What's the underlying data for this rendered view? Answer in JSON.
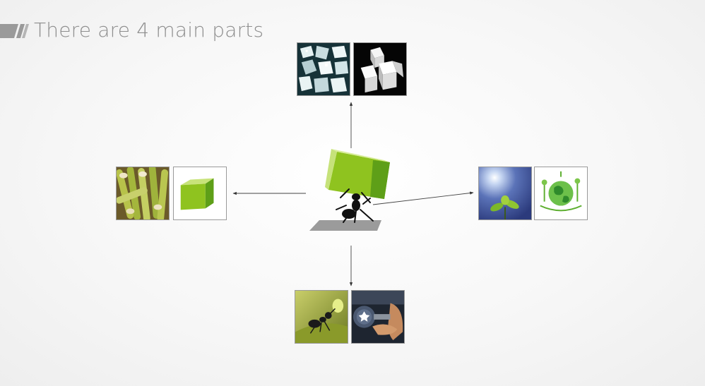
{
  "title": "There are 4 main parts",
  "colors": {
    "title": "#8e8e8e",
    "accent_green": "#8fc31f",
    "arrow": "#333333",
    "tile_border": "#9a9a9a"
  },
  "diagram": {
    "center": {
      "name": "ant-lifting-green-cube"
    },
    "parts": [
      {
        "direction": "top",
        "images": [
          "crystal-sugar-photo",
          "sugar-cubes-photo"
        ]
      },
      {
        "direction": "left",
        "images": [
          "sugarcane-stalks-photo",
          "green-cube-icon"
        ]
      },
      {
        "direction": "right",
        "images": [
          "sunlit-plant-sprout-photo",
          "green-earth-icon"
        ]
      },
      {
        "direction": "bottom",
        "images": [
          "ant-carrying-load-photo",
          "dumbbell-strength-photo"
        ]
      }
    ]
  }
}
